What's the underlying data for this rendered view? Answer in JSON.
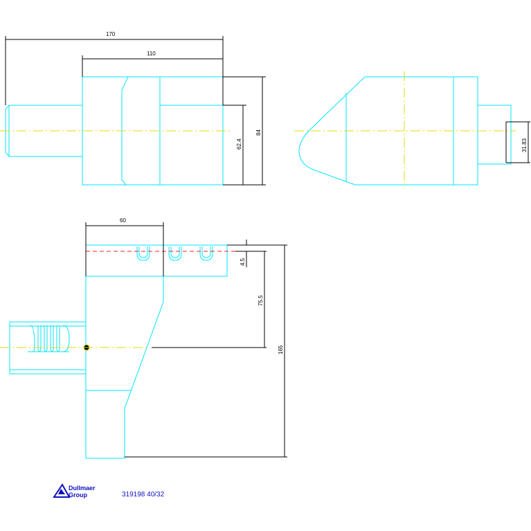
{
  "dimensions": {
    "top_view": {
      "overall_length": "170",
      "body_length": "110",
      "height_inner": "62.4",
      "height_outer": "84"
    },
    "side_view": {
      "shank_size": "31.83"
    },
    "front_view": {
      "width": "60",
      "offset": "4.5",
      "height_upper": "75.5",
      "total_height": "165"
    }
  },
  "logo": {
    "line1": "Dullmaer",
    "line2": "Group"
  },
  "part_number": "319198 40/32",
  "colors": {
    "part": "#00e5ff",
    "centerline": "#e8d800",
    "dimension": "#000000",
    "hidden": "#ff2020",
    "logo": "#1010c0"
  }
}
